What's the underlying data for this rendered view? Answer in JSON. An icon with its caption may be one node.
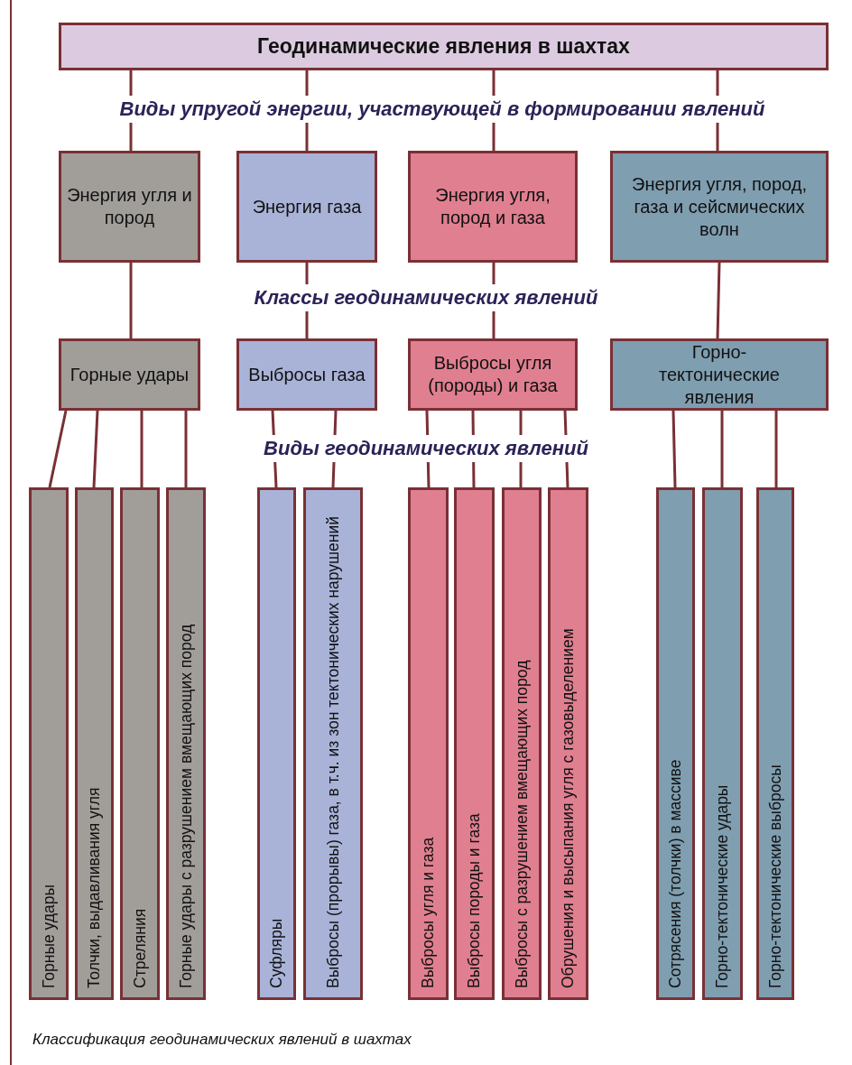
{
  "diagram": {
    "caption": "Классификация геодинамических явлений в шахтах",
    "nodes": [
      {
        "text": [
          "Геодинамические явления в шахтах"
        ]
      },
      {
        "text": [
          "Энергия угля и пород"
        ]
      },
      {
        "text": [
          "Энергия газа"
        ]
      },
      {
        "text": [
          "Энергия угля, пород и газа"
        ]
      },
      {
        "text": [
          "Энергия угля, пород, газа и сейсмических волн"
        ]
      },
      {
        "text": [
          "Горные удары"
        ]
      },
      {
        "text": [
          "Выбросы газа"
        ]
      },
      {
        "text": [
          "Выбросы угля (породы) и газа"
        ]
      },
      {
        "text": [
          "Горно-тектонические явления"
        ]
      },
      {
        "text": [
          "Горные удары"
        ]
      },
      {
        "text": [
          "Толчки, выдавливания угля"
        ]
      },
      {
        "text": [
          "Стреляния"
        ]
      },
      {
        "text": [
          "Горные удары с разрушением вмещающих пород"
        ]
      },
      {
        "text": [
          "Суфляры"
        ]
      },
      {
        "text": [
          "Выбросы (прорывы) газа, в т.ч. из зон тектонических нарушений"
        ]
      },
      {
        "text": [
          "Выбросы угля и газа"
        ]
      },
      {
        "text": [
          "Выбросы породы и газа"
        ]
      },
      {
        "text": [
          "Выбросы с разрушением вмещающих пород"
        ]
      },
      {
        "text": [
          "Обрушения и высыпания угля с газовыделением"
        ]
      },
      {
        "text": [
          "Сотрясения (толчки) в массиве"
        ]
      },
      {
        "text": [
          "Горно-тектонические удары"
        ]
      },
      {
        "text": [
          "Горно-тектонические выбросы"
        ]
      }
    ],
    "edges": [
      {
        "from": 0,
        "to": 1,
        "arrow": "none"
      },
      {
        "from": 0,
        "to": 2,
        "arrow": "none"
      },
      {
        "from": 0,
        "to": 3,
        "arrow": "none"
      },
      {
        "from": 0,
        "to": 4,
        "arrow": "none"
      },
      {
        "from": 1,
        "to": 5,
        "arrow": "none"
      },
      {
        "from": 2,
        "to": 6,
        "arrow": "none"
      },
      {
        "from": 3,
        "to": 7,
        "arrow": "none"
      },
      {
        "from": 4,
        "to": 8,
        "arrow": "none"
      },
      {
        "from": 5,
        "to": 9,
        "arrow": "none"
      },
      {
        "from": 5,
        "to": 10,
        "arrow": "none"
      },
      {
        "from": 5,
        "to": 11,
        "arrow": "none"
      },
      {
        "from": 5,
        "to": 12,
        "arrow": "none"
      },
      {
        "from": 6,
        "to": 13,
        "arrow": "none"
      },
      {
        "from": 6,
        "to": 14,
        "arrow": "none"
      },
      {
        "from": 7,
        "to": 15,
        "arrow": "none"
      },
      {
        "from": 7,
        "to": 16,
        "arrow": "none"
      },
      {
        "from": 7,
        "to": 17,
        "arrow": "none"
      },
      {
        "from": 7,
        "to": 18,
        "arrow": "none"
      },
      {
        "from": 8,
        "to": 19,
        "arrow": "none"
      },
      {
        "from": 8,
        "to": 20,
        "arrow": "none"
      },
      {
        "from": 8,
        "to": 21,
        "arrow": "none"
      }
    ],
    "labels": [
      "Виды упругой энергии, участвующей в формировании явлений",
      "Классы геодинамических явлений",
      "Виды геодинамических явлений"
    ]
  }
}
